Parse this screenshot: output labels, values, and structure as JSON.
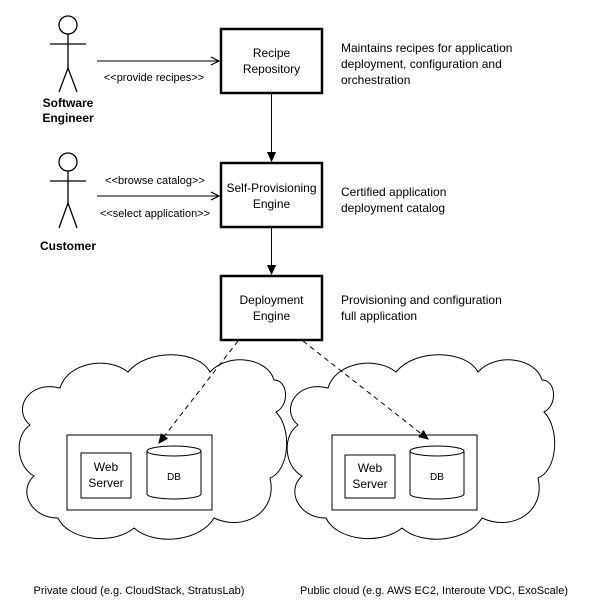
{
  "actors": {
    "software_engineer": {
      "name_line1": "Software",
      "name_line2": "Engineer"
    },
    "customer": {
      "name": "Customer"
    }
  },
  "components": {
    "recipe_repository": {
      "line1": "Recipe",
      "line2": "Repository"
    },
    "self_provisioning_engine": {
      "line1": "Self-Provisioning",
      "line2": "Engine"
    },
    "deployment_engine": {
      "line1": "Deployment",
      "line2": "Engine"
    }
  },
  "notes": {
    "recipe_repository": {
      "line1": "Maintains recipes for application",
      "line2": "deployment, configuration and",
      "line3": "orchestration"
    },
    "self_provisioning_engine": {
      "line1": "Certified application",
      "line2": "deployment catalog"
    },
    "deployment_engine": {
      "line1": "Provisioning and configuration",
      "line2": "full application"
    }
  },
  "interactions": {
    "provide_recipes": "<<provide recipes>>",
    "browse_catalog": "<<browse catalog>>",
    "select_application": "<<select application>>"
  },
  "clouds": {
    "private": {
      "caption": "Private cloud (e.g. CloudStack, StratusLab)",
      "web_server_line1": "Web",
      "web_server_line2": "Server",
      "db_label": "DB"
    },
    "public": {
      "caption": "Public cloud (e.g. AWS EC2, Interoute VDC, ExoScale)",
      "web_server_line1": "Web",
      "web_server_line2": "Server",
      "db_label": "DB"
    }
  }
}
